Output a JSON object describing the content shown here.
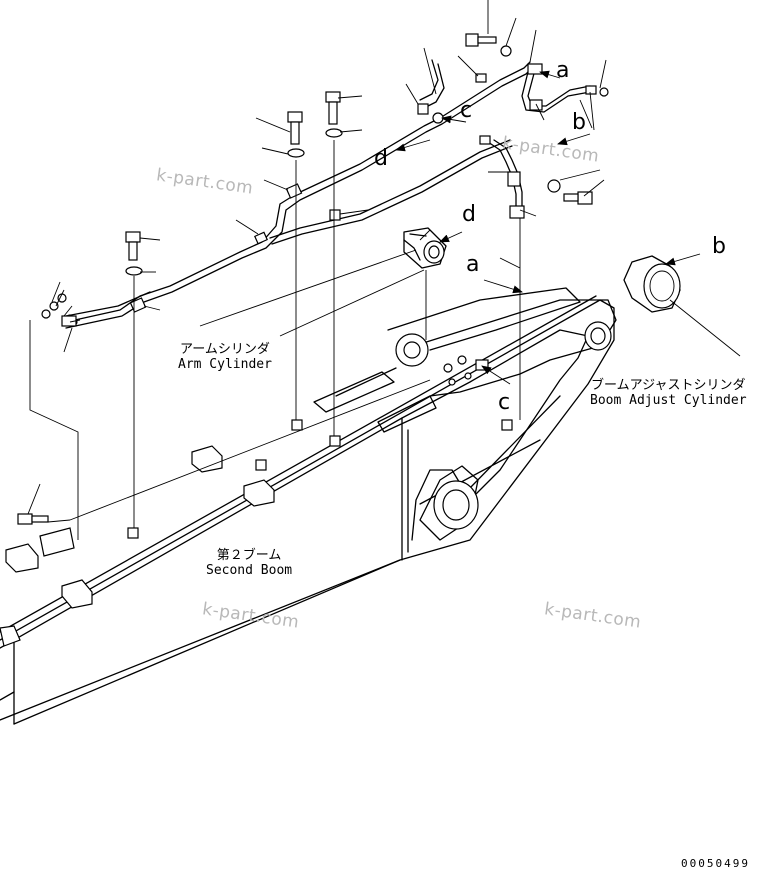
{
  "labels": {
    "arm_cylinder_jp": "アームシリンダ",
    "arm_cylinder_en": "Arm Cylinder",
    "boom_adjust_jp": "ブームアジャストシリンダ",
    "boom_adjust_en": "Boom Adjust Cylinder",
    "second_boom_jp": "第２ブーム",
    "second_boom_en": "Second Boom"
  },
  "refs": {
    "a_top": "a",
    "b_top": "b",
    "c_top": "c",
    "d_top": "d",
    "d_mid": "d",
    "a_mid": "a",
    "b_right": "b",
    "c_low": "c"
  },
  "watermarks": [
    "k-part.com",
    "k-part.com",
    "k-part.com",
    "k-part.com"
  ],
  "drawing_code": "00050499"
}
